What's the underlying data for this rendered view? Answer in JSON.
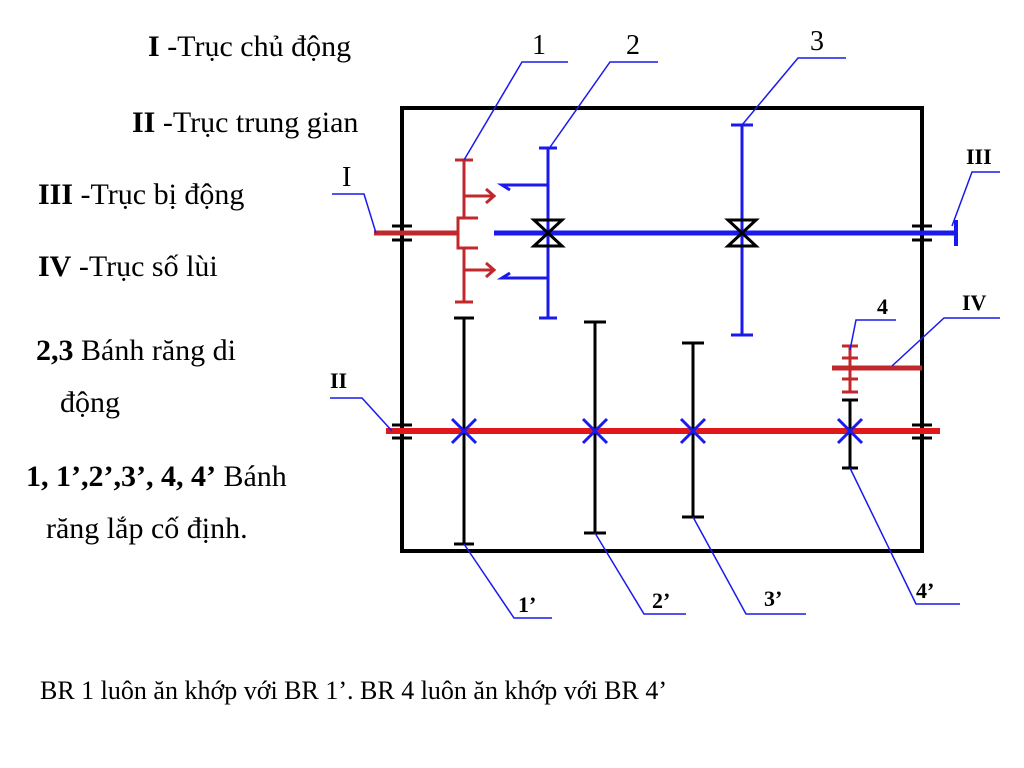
{
  "legend": [
    {
      "bold": "I",
      "text": " -Trục chủ động"
    },
    {
      "bold": "II",
      "text": " -Trục trung gian"
    },
    {
      "bold": "III",
      "text": " -Trục bị động"
    },
    {
      "bold": "IV",
      "text": " -Trục số lùi"
    },
    {
      "bold": "2,3",
      "text": " Bánh răng di",
      "text2": "động"
    },
    {
      "bold": "1, 1’,2’,3’, 4, 4’",
      "text": " Bánh",
      "text2": "răng lắp cố định."
    }
  ],
  "labels": {
    "gear1": "1",
    "gear2": "2",
    "gear3": "3",
    "gear4": "4",
    "gear1p": "1’",
    "gear2p": "2’",
    "gear3p": "3’",
    "gear4p": "4’",
    "shaftI": "I",
    "shaftII": "II",
    "shaftIII": "III",
    "shaftIV": "IV"
  },
  "caption": "BR 1 luôn ăn khớp với BR 1’. BR 4 luôn ăn khớp với BR 4’",
  "colors": {
    "shaftRed": "#e0181b",
    "driveRed": "#c0282b",
    "blue": "#1a1aee",
    "black": "#000000",
    "leader": "#1a1aee"
  }
}
